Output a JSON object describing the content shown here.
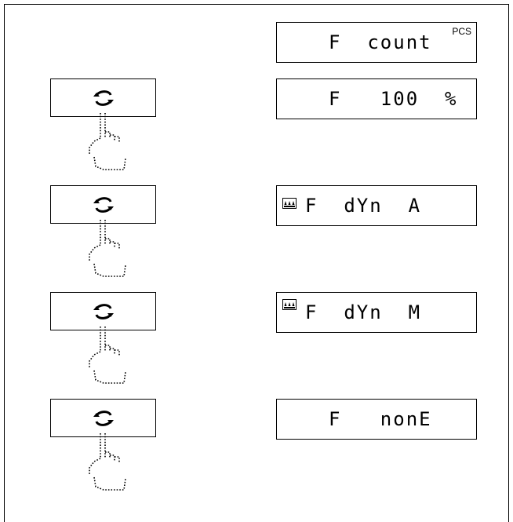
{
  "displays": [
    {
      "text": "F  count",
      "unit": "PCS",
      "icon": ""
    },
    {
      "text": "F   100  %",
      "unit": "",
      "icon": ""
    },
    {
      "text": "F  dYn  A",
      "unit": "",
      "icon": "weighing-stability-icon"
    },
    {
      "text": "F  dYn  M",
      "unit": "",
      "icon": "weighing-stability-icon"
    },
    {
      "text": "F   nonE",
      "unit": "",
      "icon": ""
    }
  ],
  "keys": [
    {
      "icon": "toggle-arrows-icon"
    },
    {
      "icon": "toggle-arrows-icon"
    },
    {
      "icon": "toggle-arrows-icon"
    },
    {
      "icon": "toggle-arrows-icon"
    }
  ]
}
